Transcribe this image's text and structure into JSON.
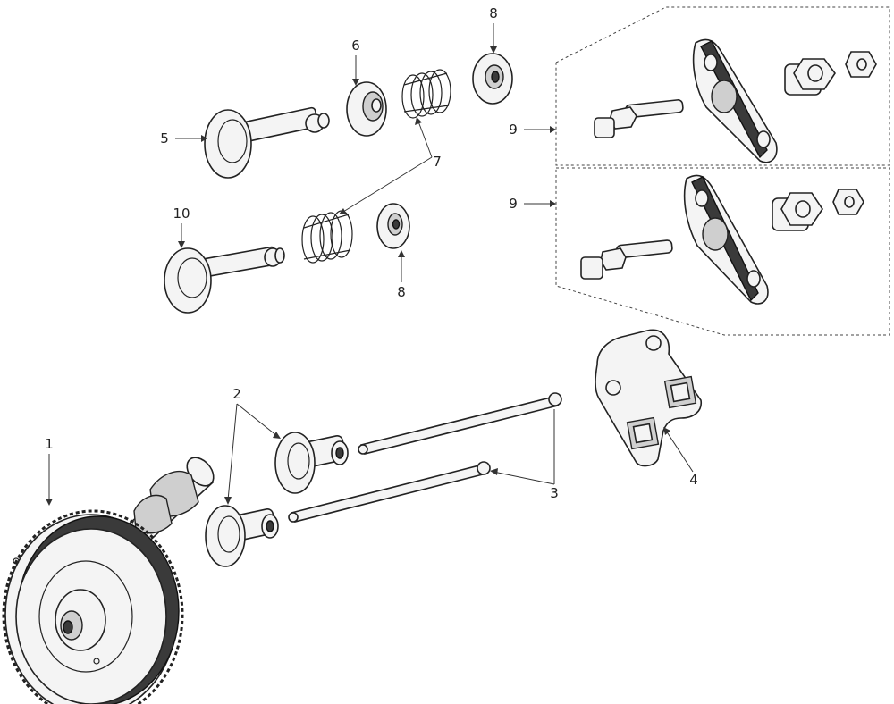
{
  "callouts": {
    "c1": "1",
    "c2": "2",
    "c3": "3",
    "c4": "4",
    "c5": "5",
    "c6": "6",
    "c7": "7",
    "c8a": "8",
    "c8b": "8",
    "c9a": "9",
    "c9b": "9",
    "c10": "10"
  }
}
